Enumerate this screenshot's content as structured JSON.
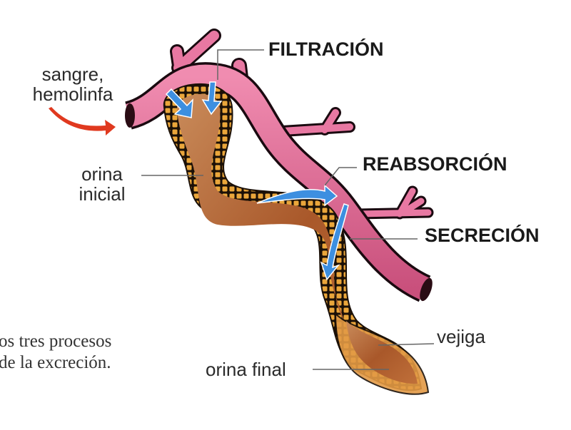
{
  "diagram": {
    "labels": {
      "blood": [
        "sangre,",
        "hemolinfa"
      ],
      "initial_urine": [
        "orina",
        "inicial"
      ],
      "filtration": "FILTRACIÓN",
      "reabsorption": "REABSORCIÓN",
      "secretion": "SECRECIÓN",
      "bladder": "vejiga",
      "final_urine": "orina final"
    },
    "caption": [
      "os tres procesos",
      "de la excreción."
    ],
    "colors": {
      "vessel": "#d9608c",
      "vessel_dark": "#b8406e",
      "tubule_wall": "#e8a53a",
      "tubule_lumen": "#b8642a",
      "flow_arrow": "#3d8fe0",
      "blood_arrow": "#e0391f",
      "leader_line": "#666666"
    }
  }
}
